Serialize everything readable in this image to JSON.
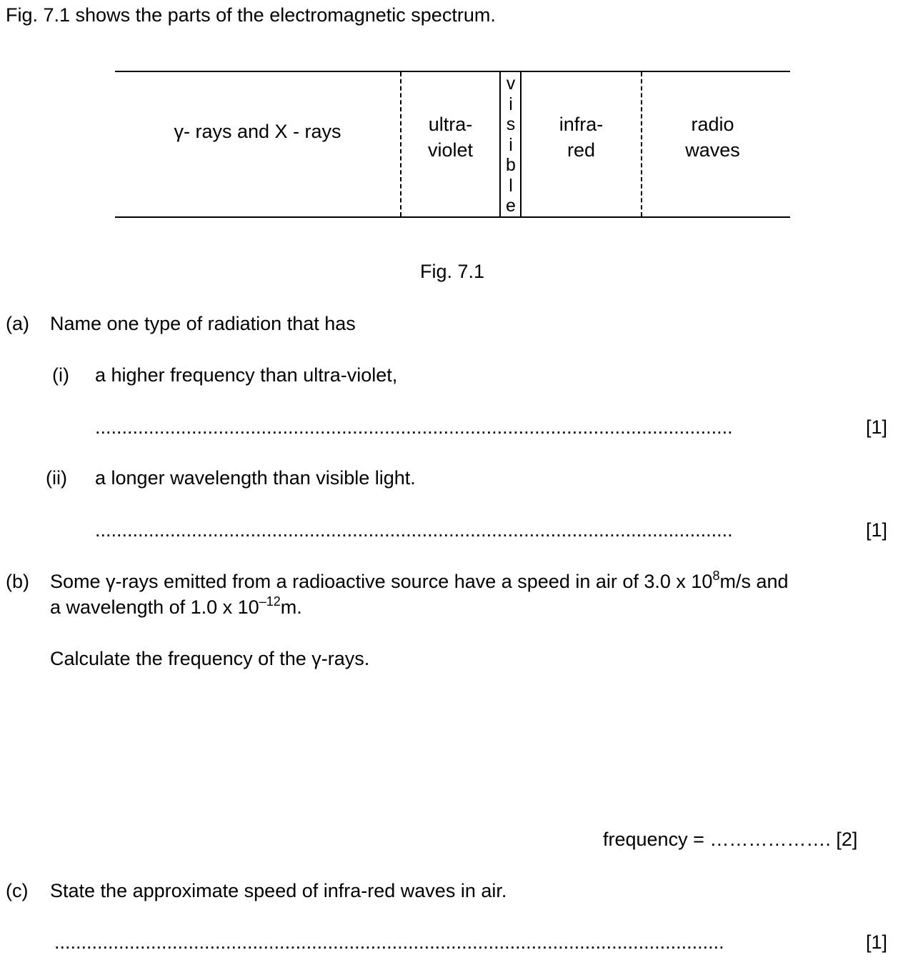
{
  "intro": "Fig. 7.1 shows the parts of the electromagnetic spectrum.",
  "figure": {
    "bands": [
      {
        "line1": "γ- rays and X - rays",
        "line2": ""
      },
      {
        "line1": "ultra-",
        "line2": "violet"
      },
      {
        "line1": "visible",
        "line2": ""
      },
      {
        "line1": "infra-",
        "line2": "red"
      },
      {
        "line1": "radio",
        "line2": "waves"
      }
    ],
    "visible_letters": [
      "v",
      "i",
      "s",
      "i",
      "b",
      "l",
      "e"
    ],
    "caption": "Fig. 7.1"
  },
  "part_a": {
    "label": "(a)",
    "text": "Name one type of radiation that has",
    "i": {
      "label": "(i)",
      "text": "a higher frequency than ultra-violet,",
      "answer_line": ".......................................................................................................................",
      "marks": "[1]"
    },
    "ii": {
      "label": "(ii)",
      "text": "a longer wavelength than visible light.",
      "answer_line": ".......................................................................................................................",
      "marks": "[1]"
    }
  },
  "part_b": {
    "label": "(b)",
    "line1_a": "Some γ-rays emitted from a radioactive source have a speed in air of 3.0 x 10",
    "line1_sup": "8",
    "line1_b": "m/s and",
    "line2_a": "a wavelength of 1.0 x 10",
    "line2_sup": "–12",
    "line2_b": "m.",
    "instruction": "Calculate the frequency of the γ-rays.",
    "answer_label": "frequency =",
    "answer_line": "……………….",
    "marks": "[2]"
  },
  "part_c": {
    "label": "(c)",
    "text": "State the approximate speed of infra-red waves in air.",
    "answer_line": ".............................................................................................................................",
    "marks": "[1]"
  }
}
